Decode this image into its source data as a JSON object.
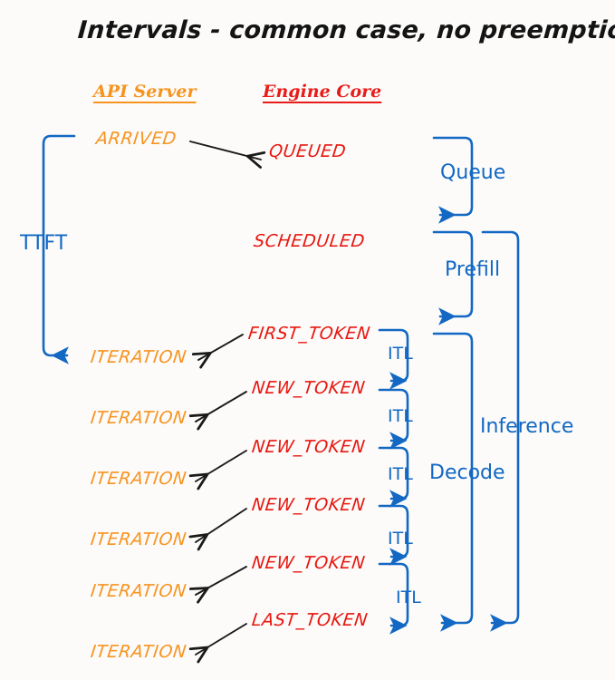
{
  "diagram": {
    "title": "Intervals - common case, no preemptions",
    "background_color": "#fcfbfa",
    "colors": {
      "api_server": "#f79421",
      "engine_core": "#e8170f",
      "interval": "#1268c3",
      "transition_arrow": "#1a1a1a",
      "title": "#141414"
    },
    "columns": [
      {
        "label": "API Server",
        "color": "#f79421"
      },
      {
        "label": "Engine Core",
        "color": "#e8170f"
      }
    ],
    "api_states": [
      {
        "label": "ARRIVED"
      },
      {
        "label": "ITERATION"
      },
      {
        "label": "ITERATION"
      },
      {
        "label": "ITERATION"
      },
      {
        "label": "ITERATION"
      },
      {
        "label": "ITERATION"
      },
      {
        "label": "ITERATION"
      }
    ],
    "engine_states": [
      {
        "label": "QUEUED"
      },
      {
        "label": "SCHEDULED"
      },
      {
        "label": "FIRST_TOKEN"
      },
      {
        "label": "NEW_TOKEN"
      },
      {
        "label": "NEW_TOKEN"
      },
      {
        "label": "NEW_TOKEN"
      },
      {
        "label": "NEW_TOKEN"
      },
      {
        "label": "LAST_TOKEN"
      }
    ],
    "intervals": [
      {
        "label": "TTFT",
        "side": "left"
      },
      {
        "label": "Queue",
        "side": "right"
      },
      {
        "label": "Prefill",
        "side": "right"
      },
      {
        "label": "Decode",
        "side": "right"
      },
      {
        "label": "Inference",
        "side": "right"
      }
    ],
    "itl_labels": [
      {
        "label": "ITL"
      },
      {
        "label": "ITL"
      },
      {
        "label": "ITL"
      },
      {
        "label": "ITL"
      },
      {
        "label": "ITL"
      }
    ]
  }
}
